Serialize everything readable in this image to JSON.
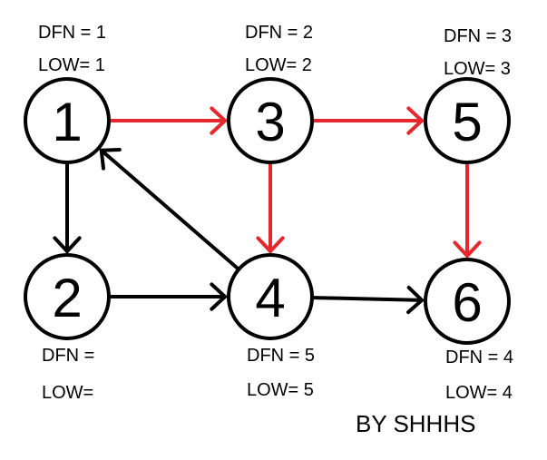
{
  "colors": {
    "red": "#e5282d",
    "black": "#000000"
  },
  "nodes": [
    {
      "id": "1",
      "dfn_text": "DFN =  1",
      "low_text": "LOW=  1"
    },
    {
      "id": "3",
      "dfn_text": "DFN =  2",
      "low_text": "LOW=  2"
    },
    {
      "id": "5",
      "dfn_text": "DFN =  3",
      "low_text": "LOW=  3"
    },
    {
      "id": "2",
      "dfn_text": "DFN =",
      "low_text": "LOW="
    },
    {
      "id": "4",
      "dfn_text": "DFN =   5",
      "low_text": "LOW=   5"
    },
    {
      "id": "6",
      "dfn_text": "DFN =  4",
      "low_text": "LOW=  4"
    }
  ],
  "edges": [
    {
      "from": "1",
      "to": "3",
      "color": "red"
    },
    {
      "from": "3",
      "to": "5",
      "color": "red"
    },
    {
      "from": "3",
      "to": "4",
      "color": "red"
    },
    {
      "from": "5",
      "to": "6",
      "color": "red"
    },
    {
      "from": "1",
      "to": "2",
      "color": "black"
    },
    {
      "from": "2",
      "to": "4",
      "color": "black"
    },
    {
      "from": "4",
      "to": "6",
      "color": "black"
    },
    {
      "from": "4",
      "to": "1",
      "color": "black"
    }
  ],
  "signature": "BY SHHHS"
}
